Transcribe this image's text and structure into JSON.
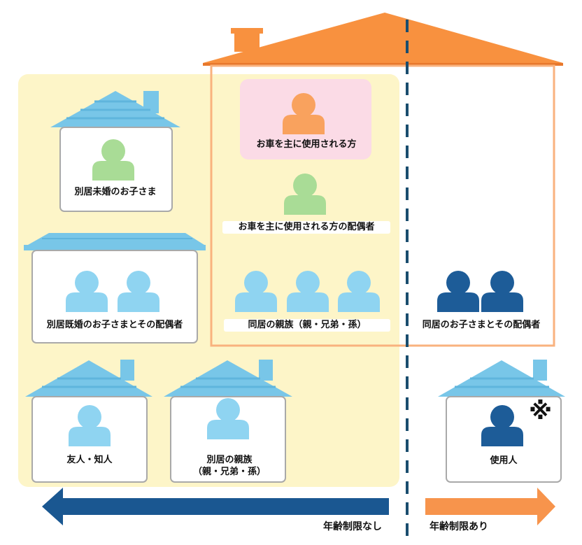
{
  "labels": {
    "main_driver": "お車を主に使用される方",
    "spouse": "お車を主に使用される方の配偶者",
    "separate_unmarried_child": "別居未婚のお子さま",
    "separate_married_child": "別居既婚のお子さまとその配偶者",
    "cohabiting_relatives": "同居の親族（親・兄弟・孫）",
    "cohabiting_child": "同居のお子さまとその配偶者",
    "friend": "友人・知人",
    "separate_relatives_line1": "別居の親族",
    "separate_relatives_line2": "（親・兄弟・孫）",
    "employee": "使用人",
    "no_age_limit": "年齢制限なし",
    "age_limit": "年齢制限あり",
    "note_mark": "※"
  },
  "colors": {
    "orange": "#f5943a",
    "orange_light": "#f9a25e",
    "orange_roof": "#f8913f",
    "pink_panel": "#fbdbe6",
    "yellow_zone": "#fdf5c8",
    "green_person": "#a9dc96",
    "light_blue_person": "#8fd4f1",
    "dark_blue_person": "#1d5c98",
    "blue_roof": "#78c6e8",
    "blue_roof_dark": "#5fb5dd",
    "house_outline": "#a9a9a9",
    "dashed_line": "#1a4d6e",
    "blue_arrow": "#1a5791",
    "orange_arrow": "#f7944c"
  }
}
